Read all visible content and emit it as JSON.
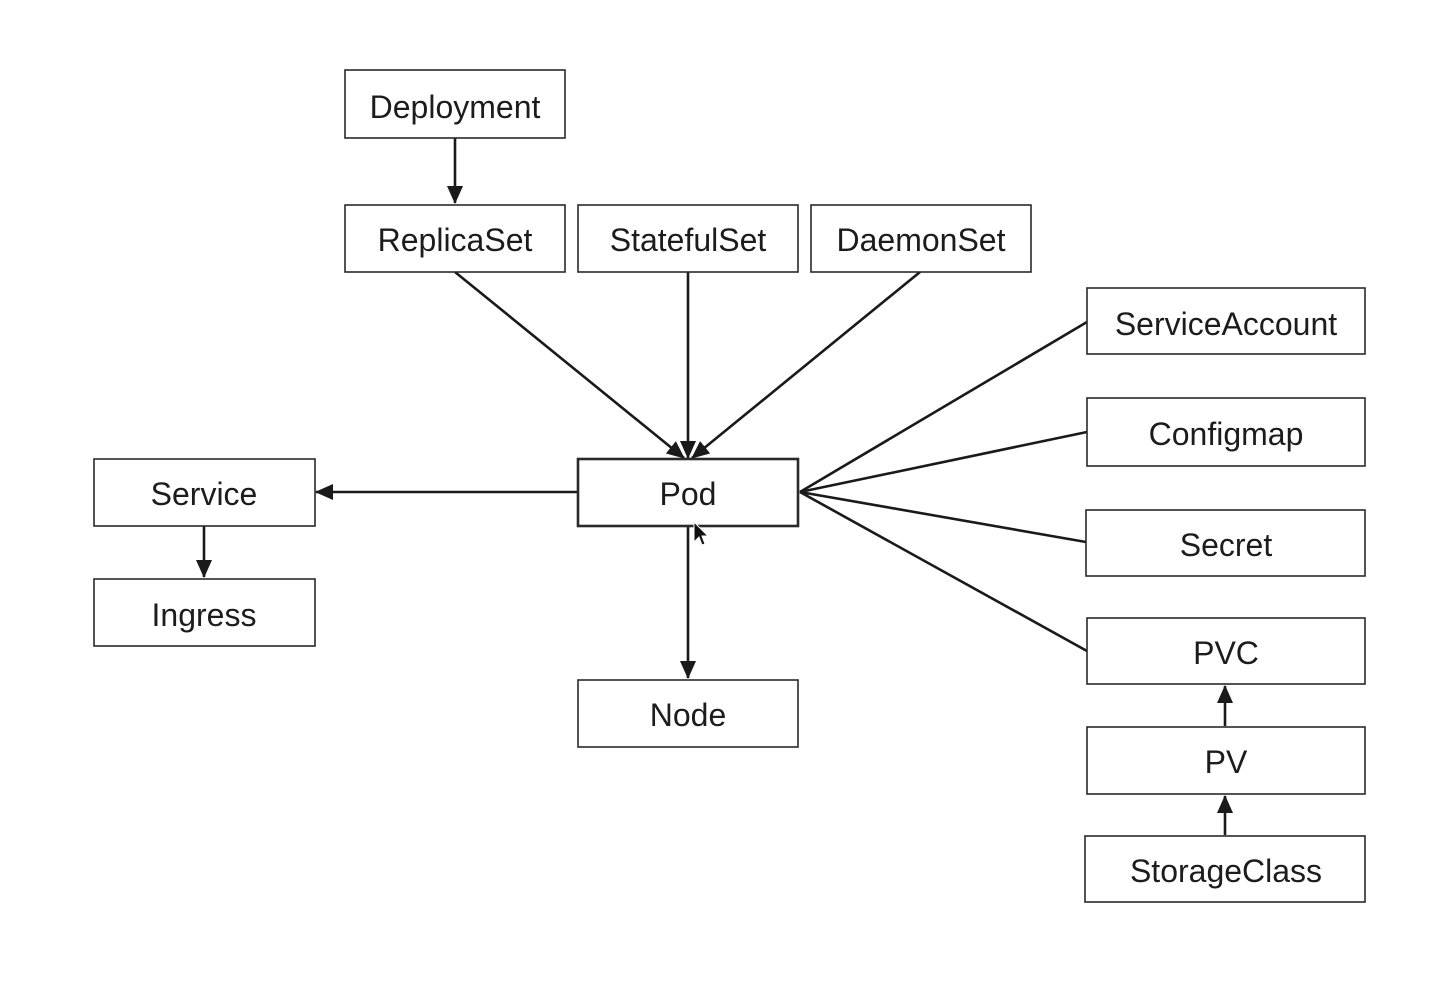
{
  "nodes": {
    "deployment": "Deployment",
    "replicaset": "ReplicaSet",
    "statefulset": "StatefulSet",
    "daemonset": "DaemonSet",
    "pod": "Pod",
    "service": "Service",
    "ingress": "Ingress",
    "node": "Node",
    "serviceaccount": "ServiceAccount",
    "configmap": "Configmap",
    "secret": "Secret",
    "pvc": "PVC",
    "pv": "PV",
    "storageclass": "StorageClass"
  },
  "edges": [
    {
      "from": "deployment",
      "to": "replicaset",
      "arrow": true
    },
    {
      "from": "replicaset",
      "to": "pod",
      "arrow": true
    },
    {
      "from": "statefulset",
      "to": "pod",
      "arrow": true
    },
    {
      "from": "daemonset",
      "to": "pod",
      "arrow": true
    },
    {
      "from": "pod",
      "to": "service",
      "arrow": true
    },
    {
      "from": "service",
      "to": "ingress",
      "arrow": true
    },
    {
      "from": "pod",
      "to": "node",
      "arrow": true
    },
    {
      "from": "pod",
      "to": "serviceaccount",
      "arrow": false
    },
    {
      "from": "pod",
      "to": "configmap",
      "arrow": false
    },
    {
      "from": "pod",
      "to": "secret",
      "arrow": false
    },
    {
      "from": "pod",
      "to": "pvc",
      "arrow": false
    },
    {
      "from": "pv",
      "to": "pvc",
      "arrow": true
    },
    {
      "from": "storageclass",
      "to": "pv",
      "arrow": true
    }
  ]
}
